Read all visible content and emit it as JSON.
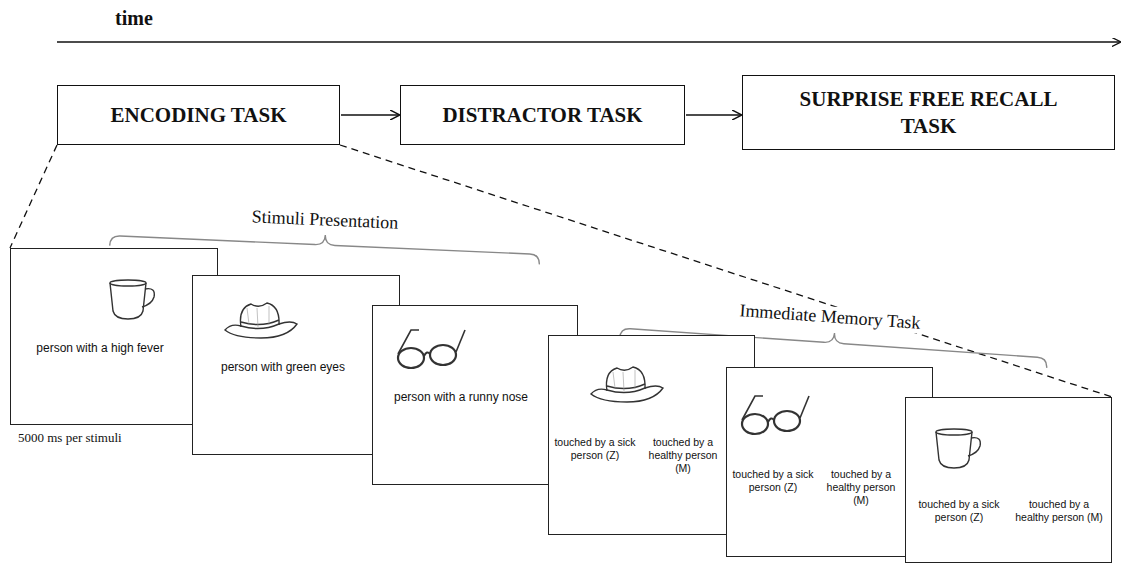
{
  "diagram": {
    "nodes": [
      {
        "text": [
          "ENCODING TASK"
        ]
      },
      {
        "text": [
          "DISTRACTOR TASK"
        ]
      },
      {
        "text": [
          "SURPRISE FREE RECALL TASK"
        ]
      },
      {
        "text": [
          "person with a high fever"
        ]
      },
      {
        "text": [
          "person with green eyes"
        ]
      },
      {
        "text": [
          "person with a runny nose"
        ]
      },
      {
        "text": [
          "touched by a sick person (Z)",
          "touched by a healthy person (M)"
        ]
      },
      {
        "text": [
          "touched by a sick person (Z)",
          "touched by a healthy person (M)"
        ]
      },
      {
        "text": [
          "touched by a sick person (Z)",
          "touched by a healthy person (M)"
        ]
      }
    ],
    "edges": [
      {
        "from": 0,
        "to": 1,
        "arrow": "to"
      },
      {
        "from": 1,
        "to": 2,
        "arrow": "to"
      }
    ],
    "labels": [
      "time",
      "Stimuli Presentation",
      "Immediate Memory Task",
      "5000 ms per stimuli"
    ]
  }
}
